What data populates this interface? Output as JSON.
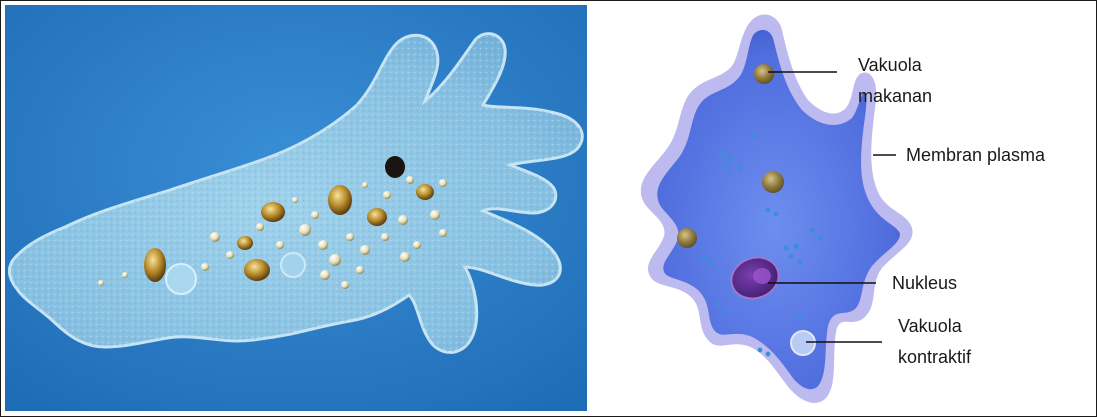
{
  "photo": {
    "background_color": "#2a7ac4",
    "cell_color": "#8cc8e8"
  },
  "diagram": {
    "outer_membrane_color": "#b9b7ee",
    "cytoplasm_color": "#4a63d4",
    "nucleus_color": "#5a2a8a",
    "labels": {
      "food_vacuole_line1": "Vakuola",
      "food_vacuole_line2": "makanan",
      "plasma_membrane": "Membran plasma",
      "nucleus": "Nukleus",
      "contractile_vacuole_line1": "Vakuola",
      "contractile_vacuole_line2": "kontraktif"
    }
  }
}
